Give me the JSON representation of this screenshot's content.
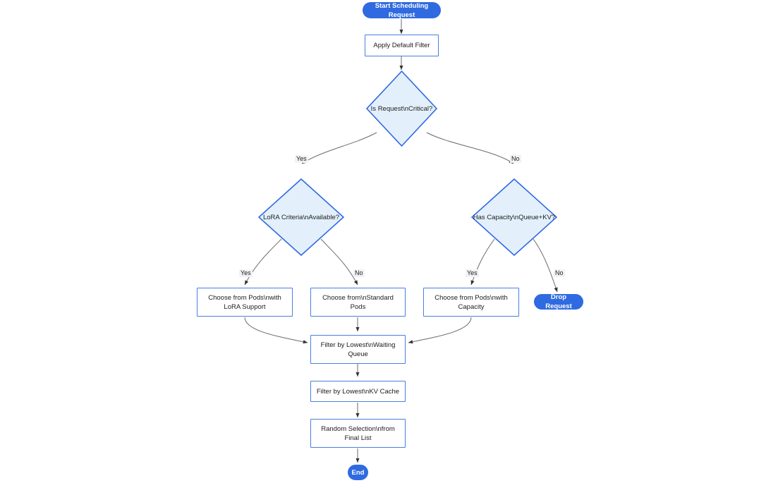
{
  "diagram": {
    "type": "flowchart",
    "direction": "top-down",
    "background": "#ffffff",
    "colors": {
      "terminator_fill": "#2f6ae0",
      "terminator_text": "#ffffff",
      "process_fill": "#ffffff",
      "process_border": "#4a7fe0",
      "decision_fill": "#e3f0fc",
      "decision_border": "#2f6ae0",
      "edge_stroke": "#6b6b6b",
      "text": "#1c1c1c",
      "edge_label_bg": "#f2f2f2"
    },
    "nodes": [
      {
        "id": "start",
        "shape": "terminator",
        "label": "Start Scheduling Request"
      },
      {
        "id": "apply_filter",
        "shape": "process",
        "label": "Apply Default Filter"
      },
      {
        "id": "is_critical",
        "shape": "decision",
        "label": "Is Request\\nCritical?"
      },
      {
        "id": "lora_criteria",
        "shape": "decision",
        "label": "LoRA Criteria\\nAvailable?"
      },
      {
        "id": "has_capacity",
        "shape": "decision",
        "label": "Has Capacity\\nQueue+KV?"
      },
      {
        "id": "pods_lora",
        "shape": "process",
        "label": "Choose from Pods\\nwith\nLoRA Support"
      },
      {
        "id": "pods_standard",
        "shape": "process",
        "label": "Choose from\\nStandard\nPods"
      },
      {
        "id": "pods_capacity",
        "shape": "process",
        "label": "Choose from Pods\\nwith\nCapacity"
      },
      {
        "id": "drop_request",
        "shape": "terminator",
        "label": "Drop Request"
      },
      {
        "id": "filter_queue",
        "shape": "process",
        "label": "Filter by Lowest\\nWaiting\nQueue"
      },
      {
        "id": "filter_kv",
        "shape": "process",
        "label": "Filter by Lowest\\nKV Cache"
      },
      {
        "id": "random_select",
        "shape": "process",
        "label": "Random Selection\\nfrom\nFinal List"
      },
      {
        "id": "end",
        "shape": "terminator",
        "label": "End"
      }
    ],
    "edge_labels": {
      "critical_yes": "Yes",
      "critical_no": "No",
      "lora_yes": "Yes",
      "lora_no": "No",
      "capacity_yes": "Yes",
      "capacity_no": "No"
    },
    "edges": [
      {
        "from": "start",
        "to": "apply_filter",
        "label": ""
      },
      {
        "from": "apply_filter",
        "to": "is_critical",
        "label": ""
      },
      {
        "from": "is_critical",
        "to": "lora_criteria",
        "label": "Yes"
      },
      {
        "from": "is_critical",
        "to": "has_capacity",
        "label": "No"
      },
      {
        "from": "lora_criteria",
        "to": "pods_lora",
        "label": "Yes"
      },
      {
        "from": "lora_criteria",
        "to": "pods_standard",
        "label": "No"
      },
      {
        "from": "has_capacity",
        "to": "pods_capacity",
        "label": "Yes"
      },
      {
        "from": "has_capacity",
        "to": "drop_request",
        "label": "No"
      },
      {
        "from": "pods_lora",
        "to": "filter_queue",
        "label": ""
      },
      {
        "from": "pods_standard",
        "to": "filter_queue",
        "label": ""
      },
      {
        "from": "pods_capacity",
        "to": "filter_queue",
        "label": ""
      },
      {
        "from": "filter_queue",
        "to": "filter_kv",
        "label": ""
      },
      {
        "from": "filter_kv",
        "to": "random_select",
        "label": ""
      },
      {
        "from": "random_select",
        "to": "end",
        "label": ""
      }
    ]
  }
}
